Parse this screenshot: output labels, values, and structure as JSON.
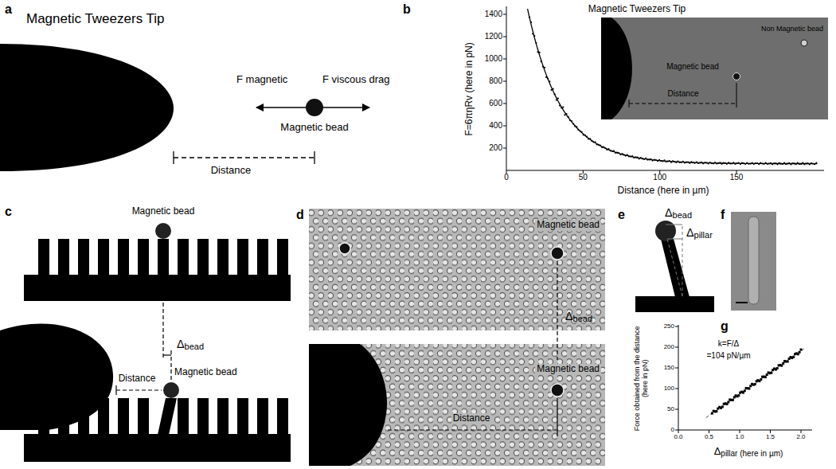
{
  "diagram": {
    "labels": [
      "a",
      "Magnetic Tweezers Tip",
      "F magnetic",
      "F viscous drag",
      "Magnetic bead",
      "Distance",
      "b",
      "F=6πηRv (here in pN)",
      "1400",
      "1200",
      "1000",
      "800",
      "600",
      "400",
      "200",
      "0",
      "50",
      "100",
      "150",
      "Distance (here in µm)",
      "Magnetic Tweezers Tip",
      "Non Magnetic bead",
      "Magnetic bead",
      "Distance",
      "c",
      "Magnetic bead",
      "Δbead",
      "Distance",
      "Magnetic bead",
      "d",
      "Magnetic bead",
      "Δbead",
      "Magnetic bead",
      "Distance",
      "e",
      "Δbead",
      "Δpillar",
      "f",
      "g",
      "Force obtained from the distance (here in pN)",
      "250",
      "200",
      "150",
      "100",
      "50",
      "0",
      "0.0",
      "0.5",
      "1.0",
      "1.5",
      "2.0",
      "k=F/Δ",
      "=104 pN/µm",
      "Δpillar (here in µm)"
    ]
  }
}
